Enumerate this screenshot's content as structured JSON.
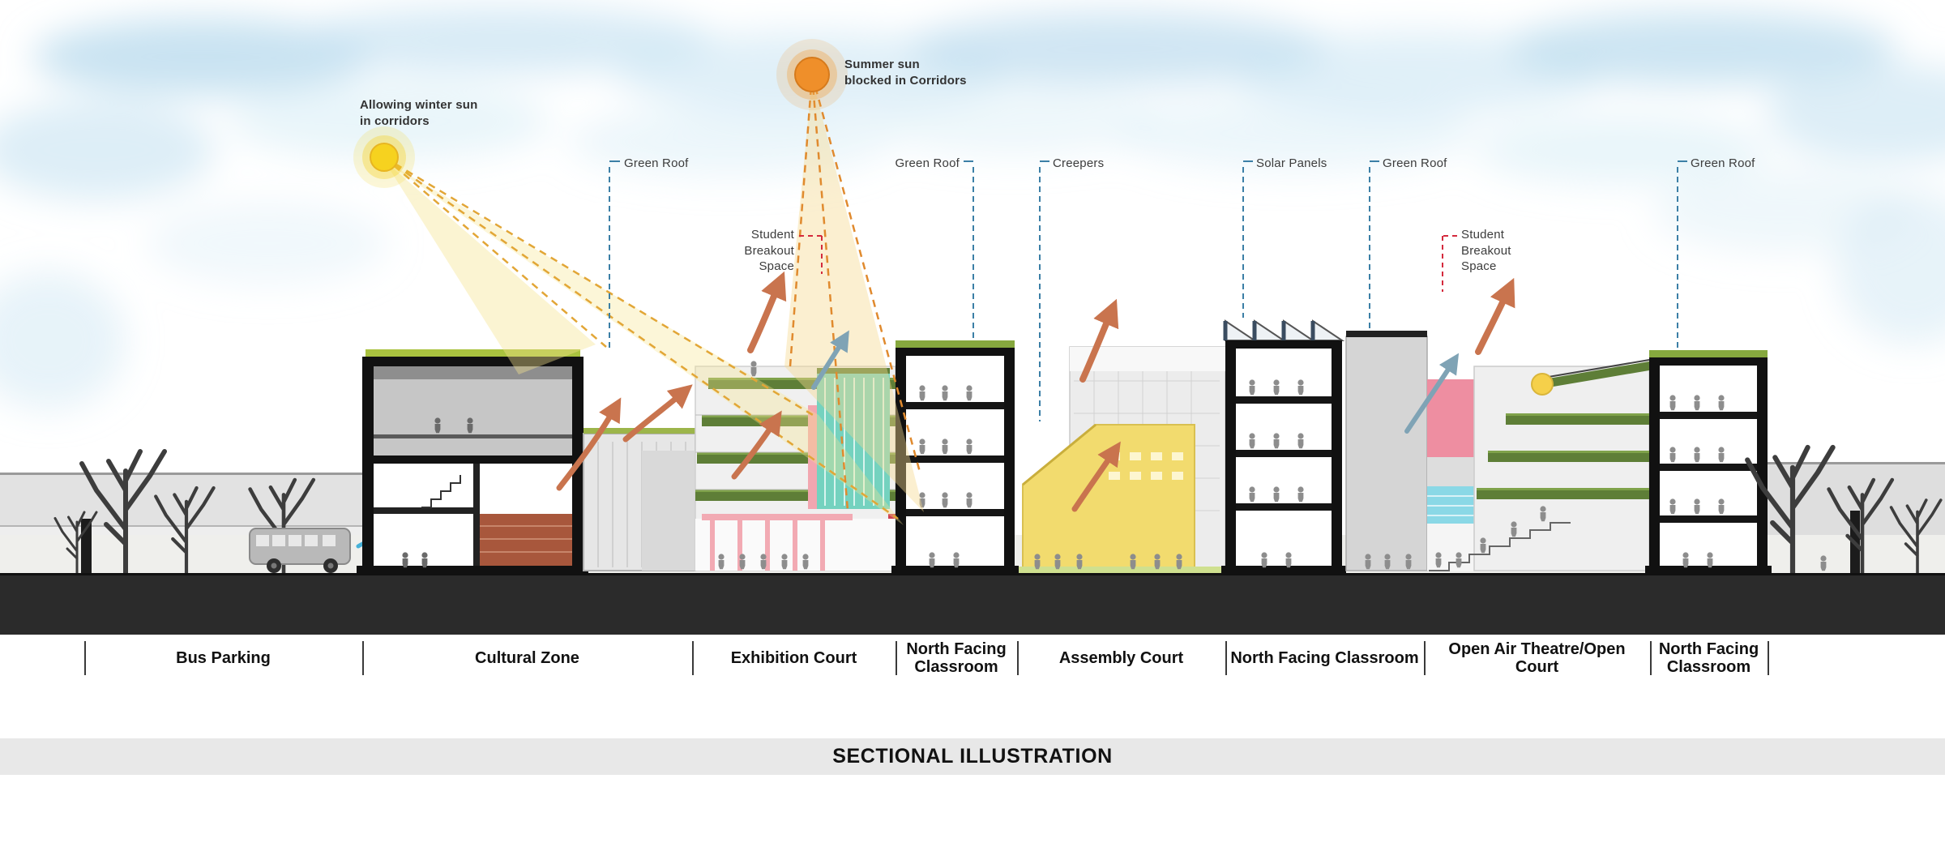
{
  "annotations": {
    "winter_sun": "Allowing winter sun\nin corridors",
    "summer_sun": "Summer sun\nblocked in Corridors",
    "roof_labels": [
      {
        "label": "Green Roof"
      },
      {
        "label": "Green Roof"
      },
      {
        "label": "Creepers"
      },
      {
        "label": "Solar Panels"
      },
      {
        "label": "Green Roof"
      },
      {
        "label": "Green Roof"
      }
    ],
    "breakout": [
      {
        "label": "Student\nBreakout\nSpace"
      },
      {
        "label": "Student\nBreakout\nSpace"
      }
    ]
  },
  "zones": [
    {
      "label": "Bus Parking"
    },
    {
      "label": "Cultural Zone"
    },
    {
      "label": "Exhibition Court"
    },
    {
      "label": "North Facing Classroom"
    },
    {
      "label": "Assembly Court"
    },
    {
      "label": "North Facing Classroom"
    },
    {
      "label": "Open Air Theatre/Open Court"
    },
    {
      "label": "North Facing Classroom"
    }
  ],
  "footer": {
    "title": "SECTIONAL ILLUSTRATION"
  },
  "colors": {
    "sun_winter": "#f6d21f",
    "sun_summer": "#ef8f2a",
    "leader_blue": "#3b7fa6",
    "leader_red": "#d42a3d",
    "arrow_orange": "#c9744e",
    "ground_band": "#2b2b2b",
    "title_band": "#e8e8e8"
  }
}
